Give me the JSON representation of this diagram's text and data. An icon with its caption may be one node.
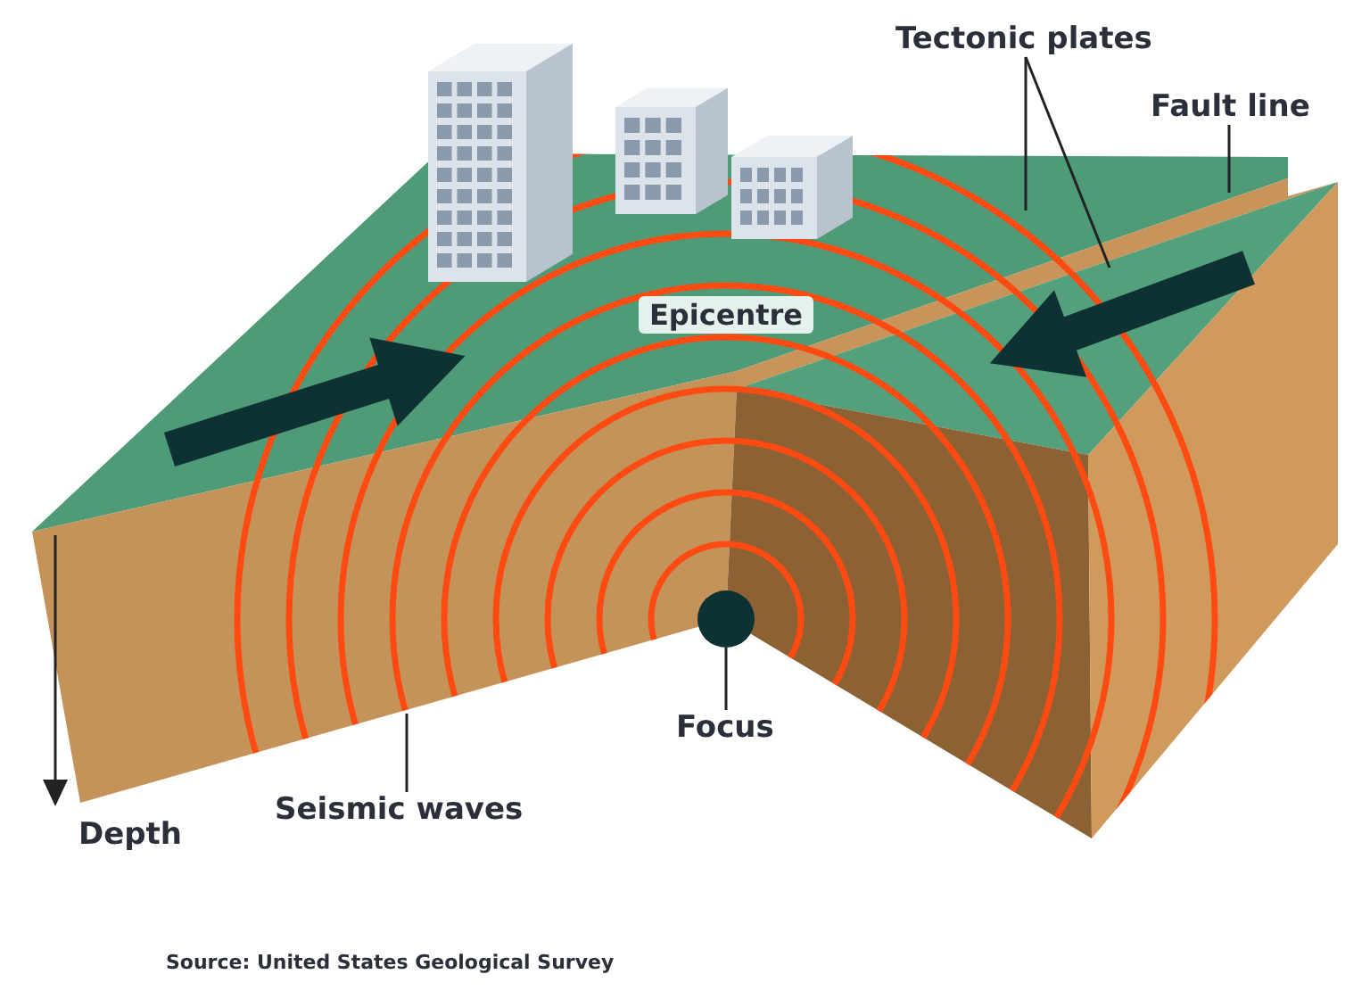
{
  "diagram": {
    "nodes": [
      {
        "text": [
          "Tectonic plates"
        ]
      },
      {
        "text": [
          "Fault line"
        ]
      },
      {
        "text": [
          "Epicentre"
        ]
      },
      {
        "text": [
          "Seismic waves"
        ]
      },
      {
        "text": [
          "Focus"
        ]
      },
      {
        "text": [],
        "shape": "circle"
      }
    ],
    "edges": [
      {
        "from": 0,
        "to": null,
        "arrow": "none"
      },
      {
        "from": 0,
        "to": null,
        "arrow": "none"
      },
      {
        "from": 1,
        "to": null,
        "arrow": "none"
      },
      {
        "from": 3,
        "to": null,
        "arrow": "none"
      },
      {
        "from": 4,
        "to": 5,
        "arrow": "none"
      }
    ],
    "labels": [
      "Depth",
      "Source: United States Geological Survey"
    ]
  }
}
